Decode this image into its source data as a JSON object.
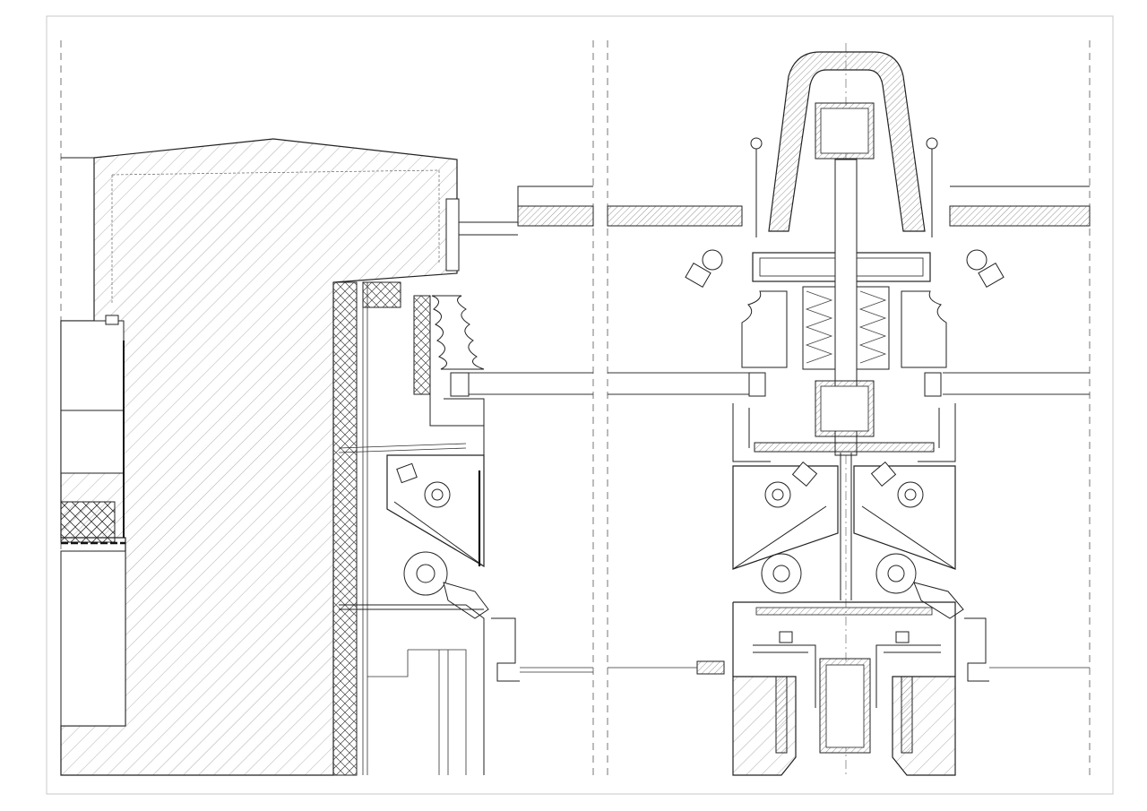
{
  "drawing": {
    "views": [
      {
        "id": "left-section",
        "content": "facade-section-wall-junction"
      },
      {
        "id": "right-section",
        "content": "facade-section-ridge-junction"
      }
    ],
    "colors": {
      "background": "#ffffff",
      "line": "#1a1a1a",
      "hatch": "#8c8c8c",
      "frame": "#c8c8c8"
    }
  }
}
